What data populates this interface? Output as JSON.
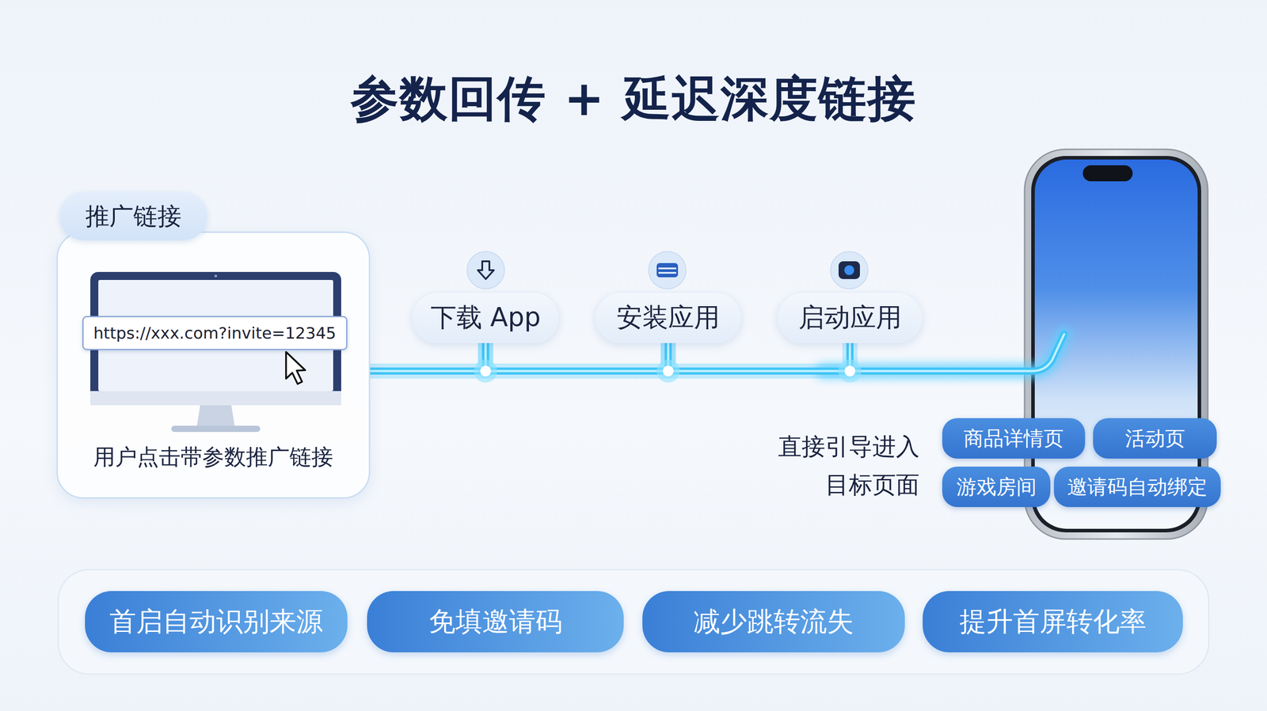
{
  "diagram": {
    "title": "参数回传 + 延迟深度链接",
    "nodes": [
      {
        "text": [
          "推广链接",
          "用户点击带参数推广链接"
        ]
      },
      {
        "text": [
          "https://xxx.com?invite=12345"
        ],
        "in": 0
      },
      {
        "text": [
          "下载 App"
        ]
      },
      {
        "text": [
          "安装应用"
        ]
      },
      {
        "text": [
          "启动应用"
        ]
      },
      {
        "text": [
          "商品详情页"
        ]
      },
      {
        "text": [
          "活动页"
        ]
      },
      {
        "text": [
          "游戏房间"
        ]
      },
      {
        "text": [
          "邀请码自动绑定"
        ]
      },
      {
        "text": [
          "首启自动识别来源"
        ]
      },
      {
        "text": [
          "免填邀请码"
        ]
      },
      {
        "text": [
          "减少跳转流失"
        ]
      },
      {
        "text": [
          "提升首屏转化率"
        ]
      }
    ],
    "edges": [
      {
        "from": 0,
        "to": 2,
        "arrow": "none"
      },
      {
        "from": 2,
        "to": 3,
        "arrow": "none"
      },
      {
        "from": 3,
        "to": 4,
        "arrow": "none"
      }
    ],
    "labels": [
      "直接引导进入 目标页面"
    ]
  }
}
